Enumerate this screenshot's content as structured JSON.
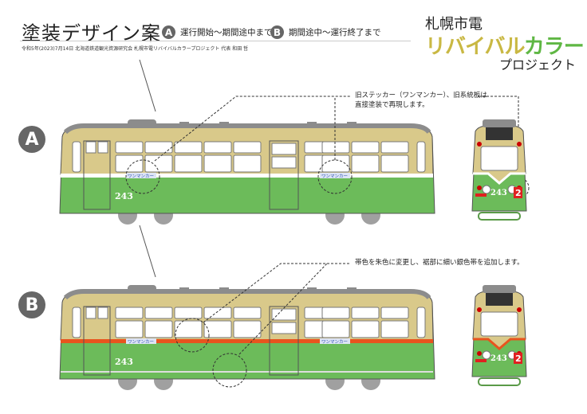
{
  "header": {
    "title": "塗装デザイン案",
    "phase_a": {
      "badge": "A",
      "label": "運行開始〜期間途中まで"
    },
    "phase_b": {
      "badge": "B",
      "label": "期間途中〜運行終了まで"
    },
    "credit": "令和5年(2023)7月14日  北海道鉄道観光資源研究会  札幌市電リバイバルカラープロジェクト  代表  和田 哲"
  },
  "logo": {
    "line1": "札幌市電",
    "line2a": "リバイバル",
    "line2b": "カラー",
    "line3": "プロジェクト"
  },
  "designs": [
    {
      "badge": "A",
      "note": "旧ステッカー（ワンマンカー）、旧系統板は\n直接塗装で再現します。",
      "car_number": "243",
      "sticker": "ワンマンカー",
      "route_number": "2",
      "band_color": "#ffffff"
    },
    {
      "badge": "B",
      "note": "帯色を朱色に変更し、裾部に細い銀色帯を追加します。",
      "car_number": "243",
      "sticker": "ワンマンカー",
      "route_number": "2",
      "band_color": "#e8541e"
    }
  ],
  "colors": {
    "cream": "#d9c98a",
    "green": "#6cbb5a",
    "roof": "#8c8c8c",
    "wheel": "#a0a0a0",
    "red": "#e02020"
  }
}
